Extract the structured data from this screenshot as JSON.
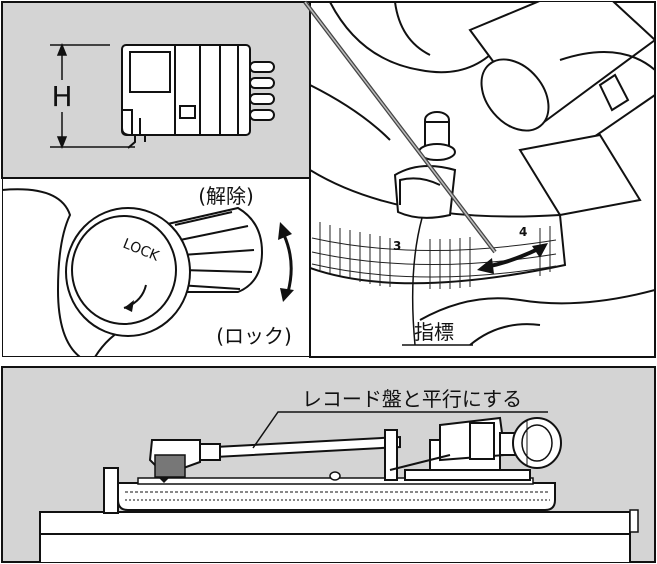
{
  "panel_cartridge": {
    "height_label": "H"
  },
  "panel_lock": {
    "knob_text": "LOCK",
    "release_label": "(解除)",
    "lock_label": "(ロック)"
  },
  "panel_arm_base": {
    "scale_numbers": [
      "3",
      "4"
    ],
    "index_label": "指標"
  },
  "panel_side": {
    "parallel_label": "レコード盤と平行にする"
  },
  "colors": {
    "gray_panel": "#d4d4d4",
    "line": "#111111",
    "fill_white": "#ffffff",
    "grid_line": "#222222"
  }
}
